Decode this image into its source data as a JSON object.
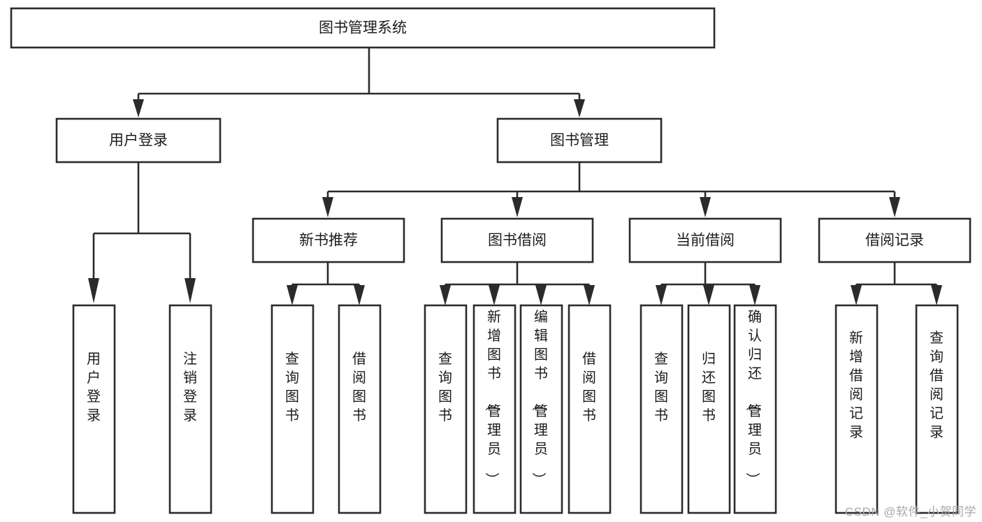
{
  "diagram": {
    "title": "图书管理系统",
    "type": "tree-hierarchy-diagram",
    "orientation": "top-down",
    "colors": {
      "box_fill": "#ffffff",
      "box_stroke": "#2b2b2b",
      "text": "#1c1c1c",
      "background": "#ffffff",
      "watermark": "#a8a8a8"
    },
    "root": {
      "id": "root",
      "label": "图书管理系统",
      "text_orientation": "horizontal"
    },
    "level2": [
      {
        "id": "user-login",
        "label": "用户登录",
        "text_orientation": "horizontal"
      },
      {
        "id": "book-management",
        "label": "图书管理",
        "text_orientation": "horizontal"
      }
    ],
    "level3": [
      {
        "id": "new-book-recommend",
        "label": "新书推荐",
        "parent": "book-management",
        "text_orientation": "horizontal"
      },
      {
        "id": "book-borrow",
        "label": "图书借阅",
        "parent": "book-management",
        "text_orientation": "horizontal"
      },
      {
        "id": "current-borrow",
        "label": "当前借阅",
        "parent": "book-management",
        "text_orientation": "horizontal"
      },
      {
        "id": "borrow-record",
        "label": "借阅记录",
        "parent": "book-management",
        "text_orientation": "horizontal"
      }
    ],
    "leaves": [
      {
        "id": "leaf-user-login",
        "label": "用户登录",
        "parent": "user-login",
        "text_orientation": "vertical"
      },
      {
        "id": "leaf-logout-login",
        "label": "注销登录",
        "parent": "user-login",
        "text_orientation": "vertical"
      },
      {
        "id": "leaf-query-book-1",
        "label": "查询图书",
        "parent": "new-book-recommend",
        "text_orientation": "vertical"
      },
      {
        "id": "leaf-borrow-book-1",
        "label": "借阅图书",
        "parent": "new-book-recommend",
        "text_orientation": "vertical"
      },
      {
        "id": "leaf-query-book-2",
        "label": "查询图书",
        "parent": "book-borrow",
        "text_orientation": "vertical"
      },
      {
        "id": "leaf-add-book-admin",
        "label": "新增图书（管理员）",
        "parent": "book-borrow",
        "text_orientation": "vertical"
      },
      {
        "id": "leaf-edit-book-admin",
        "label": "编辑图书（管理员）",
        "parent": "book-borrow",
        "text_orientation": "vertical"
      },
      {
        "id": "leaf-borrow-book-2",
        "label": "借阅图书",
        "parent": "book-borrow",
        "text_orientation": "vertical"
      },
      {
        "id": "leaf-query-book-3",
        "label": "查询图书",
        "parent": "current-borrow",
        "text_orientation": "vertical"
      },
      {
        "id": "leaf-return-book",
        "label": "归还图书",
        "parent": "current-borrow",
        "text_orientation": "vertical"
      },
      {
        "id": "leaf-confirm-return-admin",
        "label": "确认归还（管理员）",
        "parent": "current-borrow",
        "text_orientation": "vertical"
      },
      {
        "id": "leaf-add-borrow-record",
        "label": "新增借阅记录",
        "parent": "borrow-record",
        "text_orientation": "vertical"
      },
      {
        "id": "leaf-query-borrow-record",
        "label": "查询借阅记录",
        "parent": "borrow-record",
        "text_orientation": "vertical"
      }
    ],
    "watermark": "CSDN @软件_小贺同学"
  }
}
